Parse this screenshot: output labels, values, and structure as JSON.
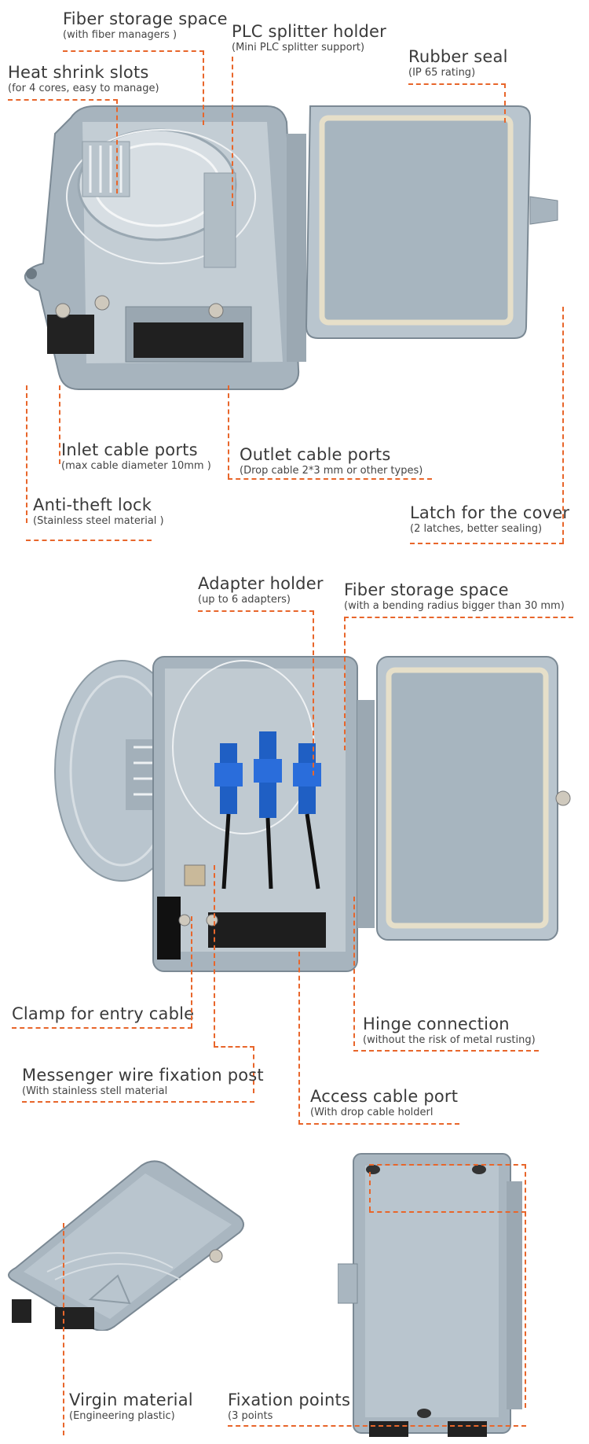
{
  "section1": {
    "fiber_storage": {
      "title": "Fiber storage space",
      "sub": "(with fiber managers )"
    },
    "plc_holder": {
      "title": "PLC splitter holder",
      "sub": "(Mini PLC splitter support)"
    },
    "rubber_seal": {
      "title": "Rubber seal",
      "sub": "(IP 65 rating)"
    },
    "heat_shrink": {
      "title": "Heat shrink slots",
      "sub": "(for 4 cores, easy to manage)"
    },
    "inlet_ports": {
      "title": "Inlet cable ports",
      "sub": "(max cable diameter 10mm )"
    },
    "outlet_ports": {
      "title": "Outlet cable ports",
      "sub": "(Drop cable 2*3 mm or other types)"
    },
    "anti_theft": {
      "title": "Anti-theft lock",
      "sub": "(Stainless steel material )"
    },
    "latch": {
      "title": "Latch for the cover",
      "sub": "(2 latches, better sealing)"
    }
  },
  "section2": {
    "adapter_holder": {
      "title": "Adapter holder",
      "sub": "(up to 6 adapters)"
    },
    "fiber_storage": {
      "title": "Fiber storage space",
      "sub": "(with a bending radius bigger than 30 mm)"
    },
    "clamp": {
      "title": "Clamp for entry cable"
    },
    "hinge": {
      "title": "Hinge connection",
      "sub": "(without the risk of metal rusting)"
    },
    "messenger": {
      "title": "Messenger wire fixation post",
      "sub": "(With stainless stell material"
    },
    "access_port": {
      "title": "Access cable port",
      "sub": "(With drop cable holderl"
    }
  },
  "section3": {
    "virgin": {
      "title": "Virgin material",
      "sub": "(Engineering plastic)"
    },
    "fixation": {
      "title": "Fixation points",
      "sub": "(3 points"
    }
  },
  "colors": {
    "leader": "#e8662b",
    "box": "#a9b6c0",
    "box_dark": "#7d8c97",
    "adapter": "#1f5fc4"
  }
}
